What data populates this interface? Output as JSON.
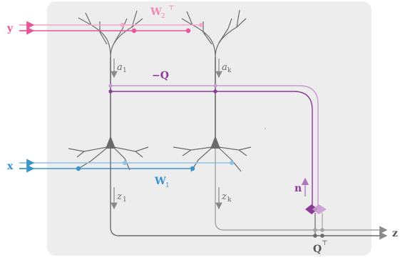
{
  "labels": {
    "y": "y",
    "x": "x",
    "z": "z",
    "n": "n",
    "W2": "W",
    "W2_sub": "2",
    "W2_sup": "⊤",
    "W1": "W",
    "W1_sub": "1",
    "negQ": "−Q",
    "QT": "Q",
    "QT_sup": "⊤",
    "a1": "a",
    "a1_sub": "1",
    "ak": "a",
    "ak_sub": "k",
    "z1": "z",
    "z1_sub": "1",
    "zk": "z",
    "zk_sub": "k"
  },
  "colors": {
    "pink": "#e8569a",
    "pink_light": "#f3a6c8",
    "blue": "#3a94cc",
    "blue_light": "#8cc3e6",
    "purple": "#8a3a96",
    "purple_light": "#c99ad2",
    "gray": "#808080",
    "gray_dark": "#555555",
    "panel": "#ededed"
  }
}
